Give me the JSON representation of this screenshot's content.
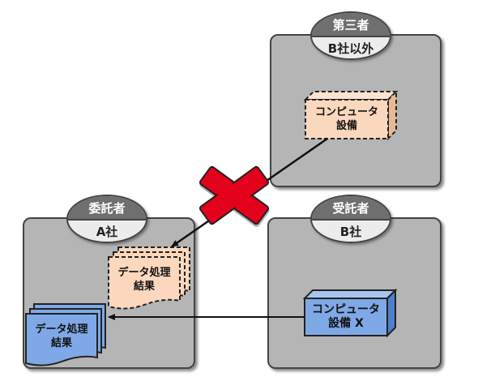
{
  "zones": {
    "third": {
      "title": "第三者",
      "subtitle": "B社以外"
    },
    "client": {
      "title": "委託者",
      "subtitle": "A社"
    },
    "contractor": {
      "title": "受託者",
      "subtitle": "B社"
    }
  },
  "nodes": {
    "third_computer": {
      "line1": "コンピュータ",
      "line2": "設備"
    },
    "contractor_computer": {
      "line1": "コンピュータ",
      "line2": "設備 X"
    },
    "leaked_result": {
      "line1": "データ処理",
      "line2": "結果"
    },
    "client_result": {
      "line1": "データ処理",
      "line2": "結果"
    }
  },
  "colors": {
    "zone_fill": "#b5b5b5",
    "peach": "#fbd7bd",
    "blue": "#7fa8e6",
    "cross": "#e3001b",
    "dark": "#444444"
  },
  "icons": {
    "blocked": "red-x-cross-icon"
  }
}
